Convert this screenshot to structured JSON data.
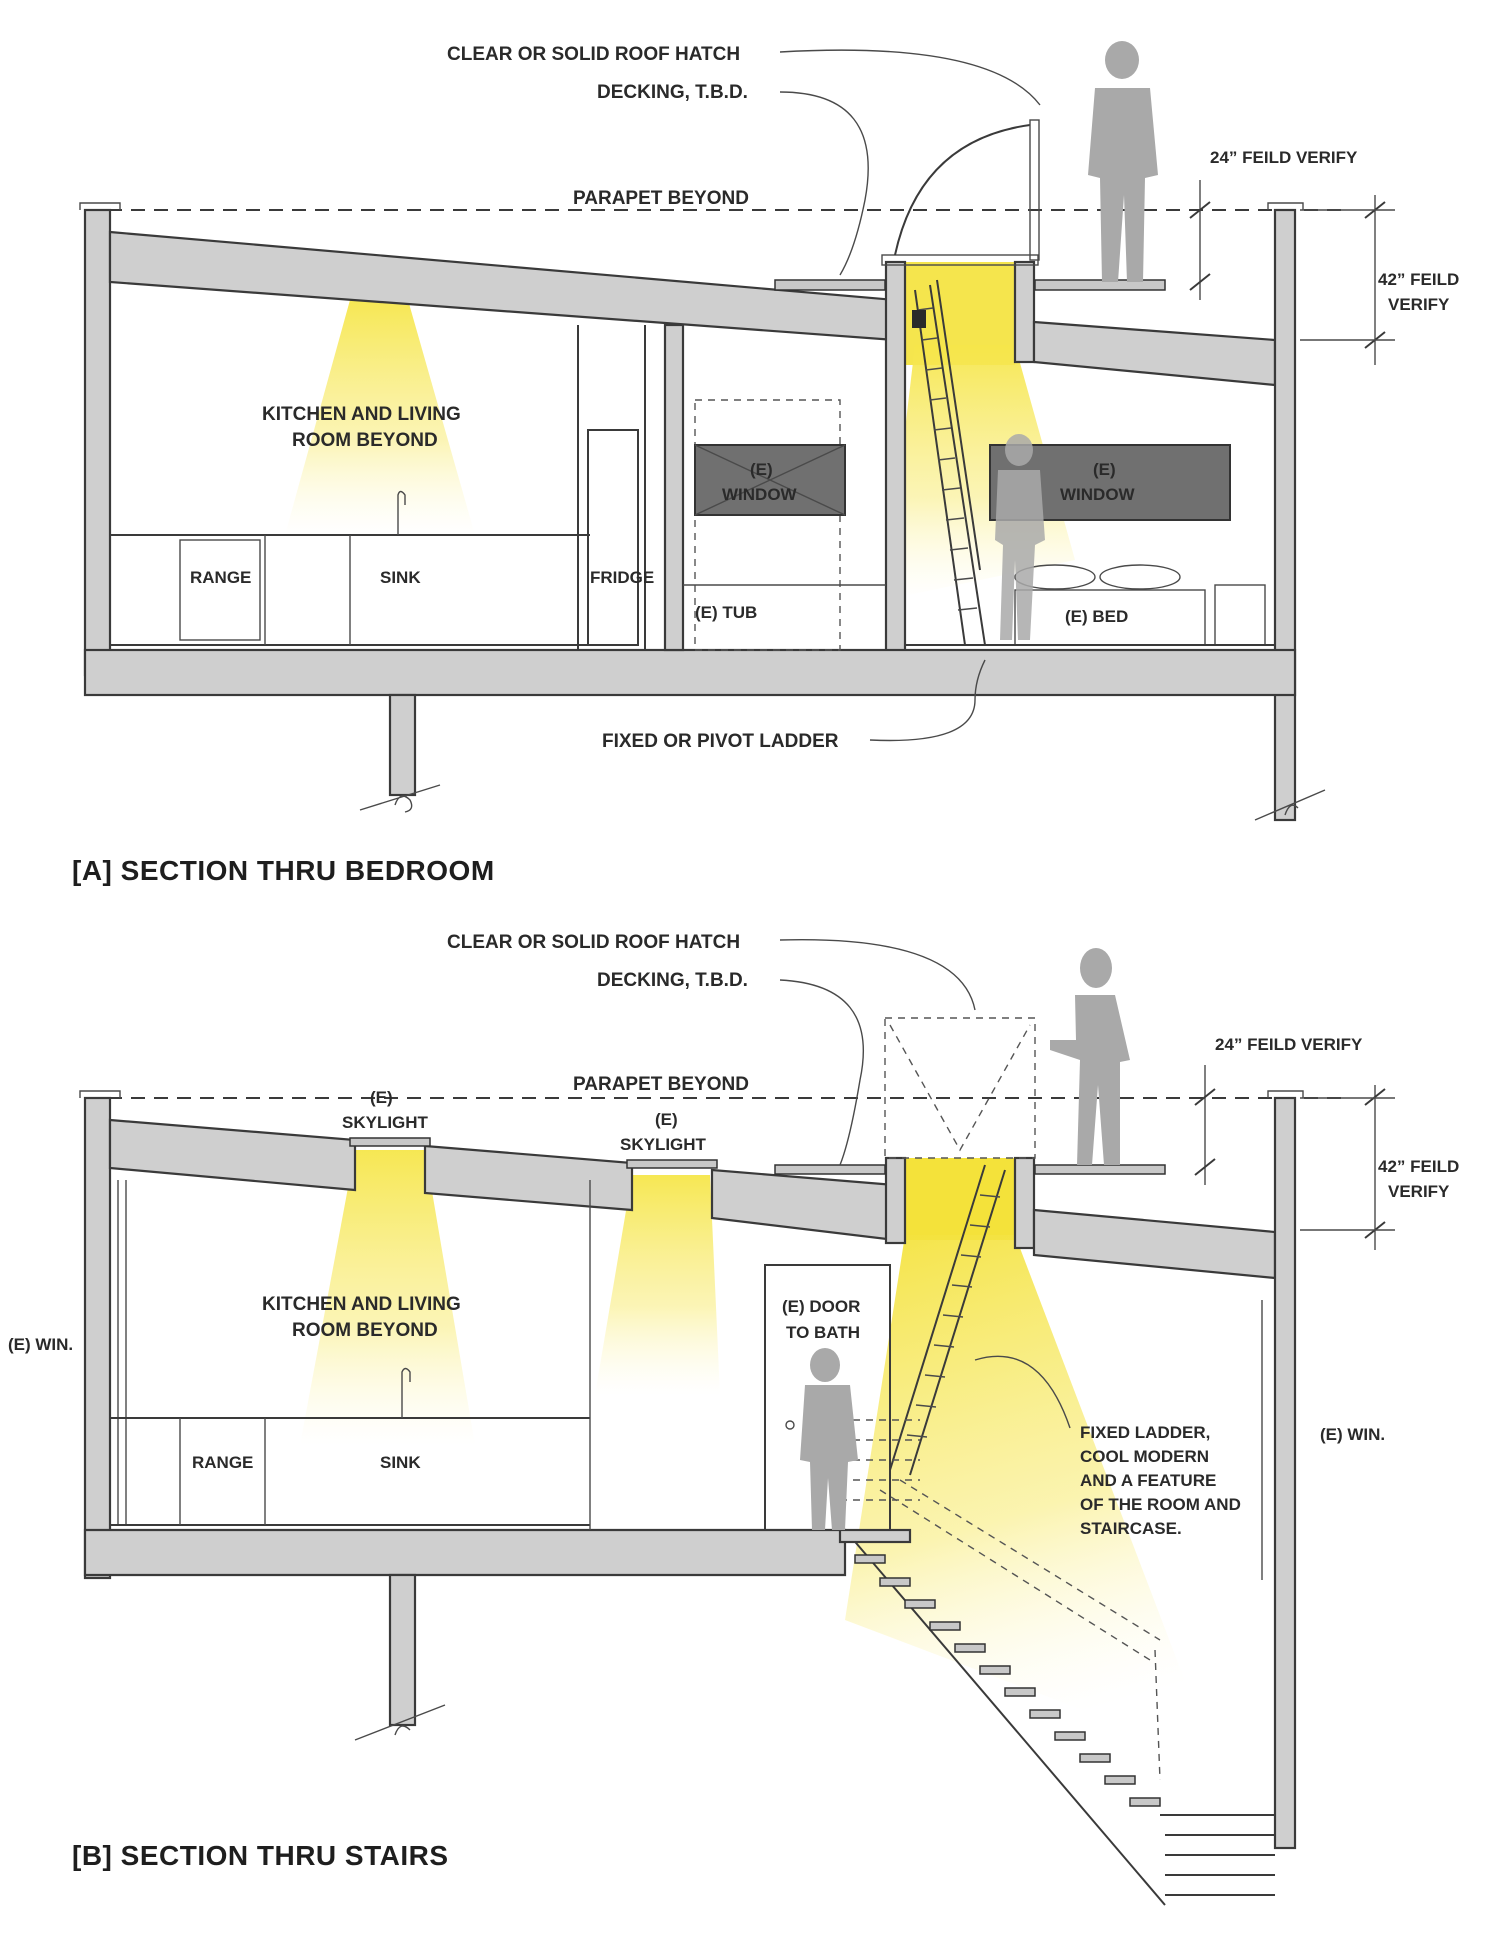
{
  "section_a": {
    "title": "[A] SECTION THRU BEDROOM",
    "labels": {
      "roof_hatch": "CLEAR OR SOLID ROOF HATCH",
      "decking": "DECKING, T.B.D.",
      "parapet": "PARAPET BEYOND",
      "verify_24": "24” FEILD VERIFY",
      "verify_42_line1": "42” FEILD",
      "verify_42_line2": "VERIFY",
      "kitchen_line1": "KITCHEN AND LIVING",
      "kitchen_line2": "ROOM BEYOND",
      "range": "RANGE",
      "sink": "SINK",
      "fridge": "FRIDGE",
      "tub": "(E) TUB",
      "window_left_line1": "(E)",
      "window_left_line2": "WINDOW",
      "window_right_line1": "(E)",
      "window_right_line2": "WINDOW",
      "bed": "(E) BED",
      "ladder": "FIXED OR PIVOT LADDER"
    }
  },
  "section_b": {
    "title": "[B] SECTION THRU STAIRS",
    "labels": {
      "roof_hatch": "CLEAR OR SOLID ROOF HATCH",
      "decking": "DECKING, T.B.D.",
      "parapet": "PARAPET BEYOND",
      "verify_24": "24” FEILD VERIFY",
      "verify_42_line1": "42” FEILD",
      "verify_42_line2": "VERIFY",
      "skylight1_line1": "(E)",
      "skylight1_line2": "SKYLIGHT",
      "skylight2_line1": "(E)",
      "skylight2_line2": "SKYLIGHT",
      "kitchen_line1": "KITCHEN AND LIVING",
      "kitchen_line2": "ROOM BEYOND",
      "win_left": "(E) WIN.",
      "win_right": "(E) WIN.",
      "range": "RANGE",
      "sink": "SINK",
      "door_line1": "(E) DOOR",
      "door_line2": "TO BATH",
      "ladder_note_line1": "FIXED LADDER,",
      "ladder_note_line2": "COOL MODERN",
      "ladder_note_line3": "AND A FEATURE",
      "ladder_note_line4": "OF THE ROOM AND",
      "ladder_note_line5": "STAIRCASE."
    }
  },
  "colors": {
    "light_beam": "#f6e64a",
    "wall_fill": "#cfcfcf",
    "line": "#3a3a3a",
    "figure": "#a9a9a9"
  }
}
